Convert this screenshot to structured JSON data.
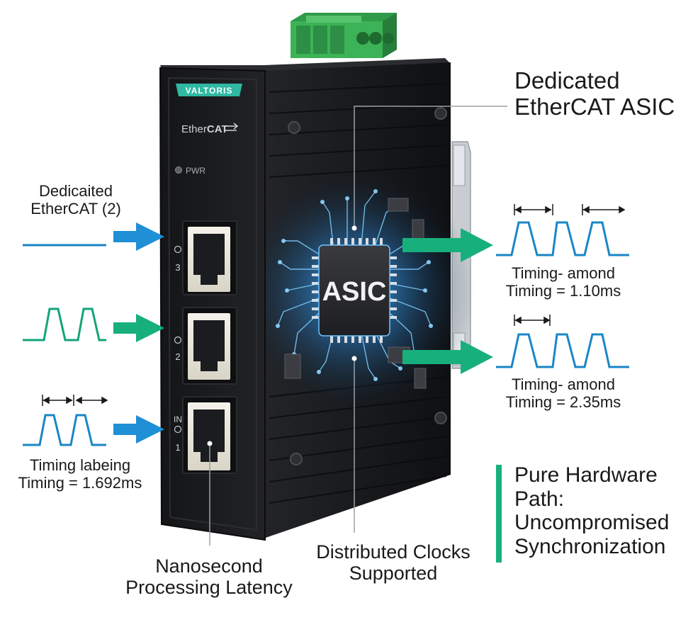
{
  "device": {
    "brand": "VALTORIS",
    "logo_text": "Ether",
    "logo_text_bold": "CAT",
    "led_label": "PWR",
    "chip_label": "ASIC",
    "port_labels": [
      "3",
      "2",
      "1"
    ],
    "in_label": "IN"
  },
  "callouts": {
    "asic": [
      "Dedicated",
      "EtherCAT ASIC"
    ],
    "left_input": [
      "Dedicaited",
      "EtherCAT (2)"
    ],
    "left_timing": [
      "Timing labeing",
      "Timing = 1.692ms"
    ],
    "right_top_timing": [
      "Timing- amond",
      "Timing = 1.10ms"
    ],
    "right_bottom_timing": [
      "Timing- amond",
      "Timing = 2.35ms"
    ],
    "latency": [
      "Nanosecond",
      "Processing Latency"
    ],
    "clocks": [
      "Distributed Clocks",
      "Supported"
    ],
    "hardware_path": [
      "Pure Hardware",
      "Path:",
      "Uncompromised",
      "Synchronization"
    ]
  },
  "colors": {
    "arrow_blue": "#1f8fd6",
    "arrow_green": "#17b07c",
    "wave_green": "#14a37a",
    "wave_blue": "#1a86c6",
    "brand_badge": "#2fb8a2",
    "device_body": "#1b1c1e",
    "glow": "#3aa6ff"
  },
  "icons": {
    "right_arrow": "right-arrow-icon",
    "timing_span": "double-arrow-icon",
    "led": "led-icon"
  }
}
